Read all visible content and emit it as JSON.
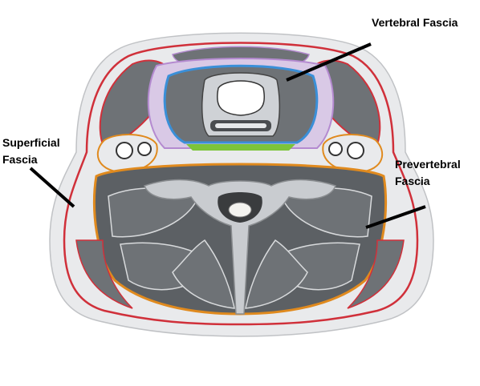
{
  "labels": {
    "vertebral_fascia": "Vertebral Fascia",
    "superficial_line1": "Superficial",
    "superficial_line2": "Fascia",
    "prevertebral_line1": "Prevertebral",
    "prevertebral_line2": "Fascia"
  },
  "colors": {
    "superficial_fascia": "#d0303a",
    "vertebral_fascia": "#3a8fd8",
    "prevertebral_fascia": "#e08a1e",
    "pretracheal_purple": "#b48ad0",
    "green_layer": "#7cc43a",
    "muscle": "#6e7276",
    "muscle_dark": "#5c6064",
    "skin": "#e9eaec",
    "bone": "#c9ccd0"
  }
}
